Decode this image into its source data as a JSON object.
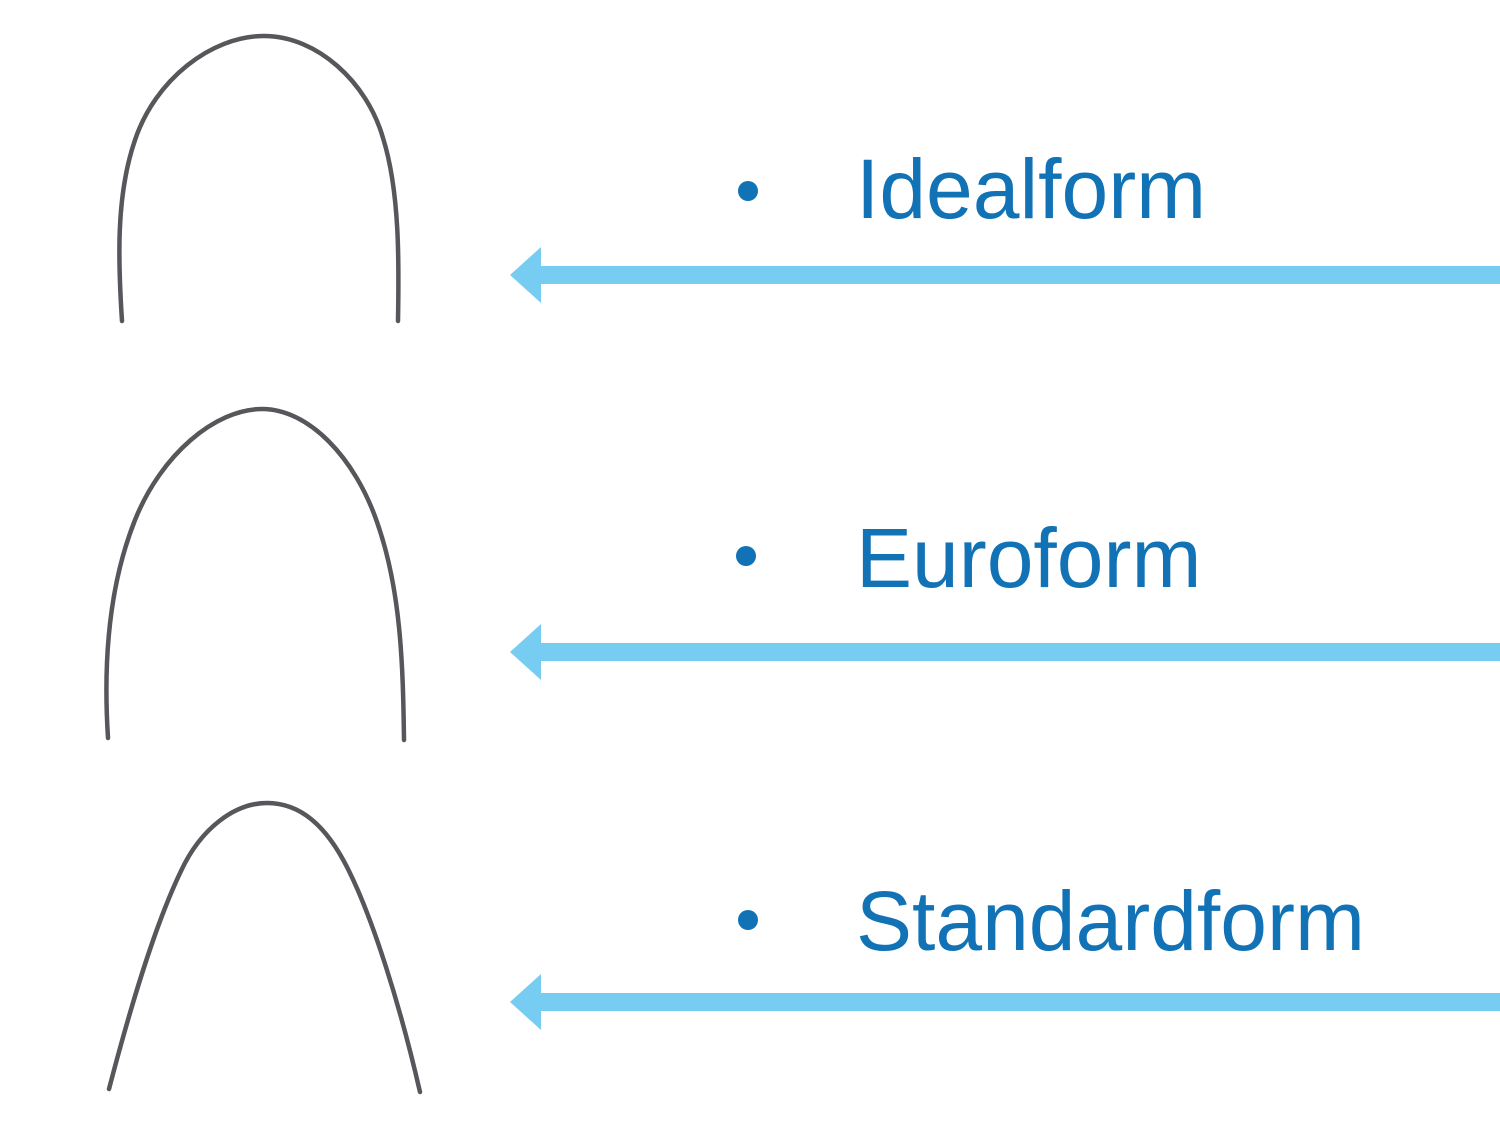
{
  "slide": {
    "items": [
      {
        "label": "Idealform",
        "icon": "archwire-idealform-image",
        "pointer": "left-arrow-icon"
      },
      {
        "label": "Euroform",
        "icon": "archwire-euroform-image",
        "pointer": "left-arrow-icon"
      },
      {
        "label": "Standardform",
        "icon": "archwire-standardform-image",
        "pointer": "left-arrow-icon"
      }
    ],
    "colors": {
      "label_text": "#1172b6",
      "bullet": "#1172b6",
      "arrow": "#76cdf1",
      "wire": "#56575b"
    }
  }
}
